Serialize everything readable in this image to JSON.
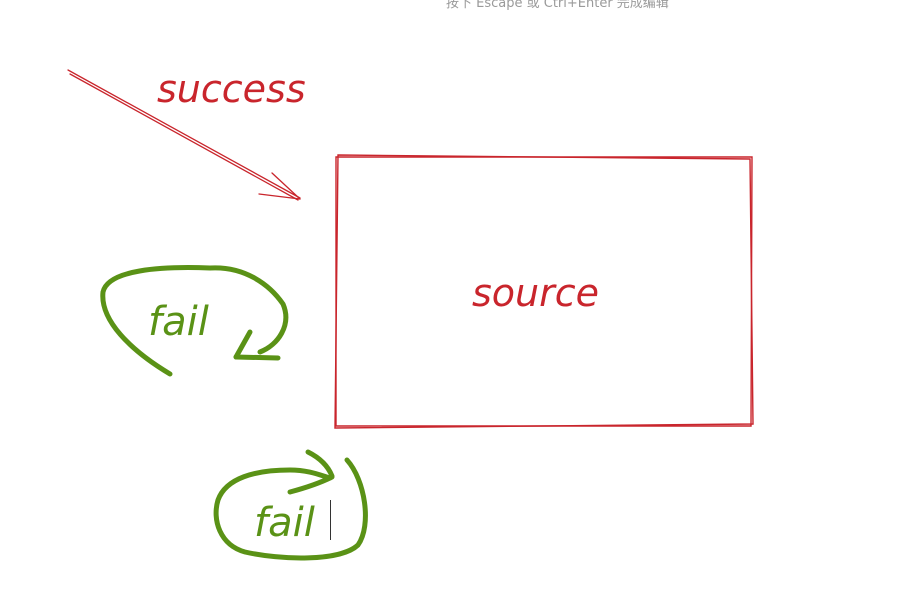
{
  "hint_text": "按下 Escape 或 Ctrl+Enter 完成编辑",
  "labels": {
    "success": "success",
    "source": "source",
    "fail_top": "fail",
    "fail_bottom": "fail"
  },
  "colors": {
    "red": "#c9252c",
    "green": "#5a9216",
    "background": "#ffffff"
  }
}
